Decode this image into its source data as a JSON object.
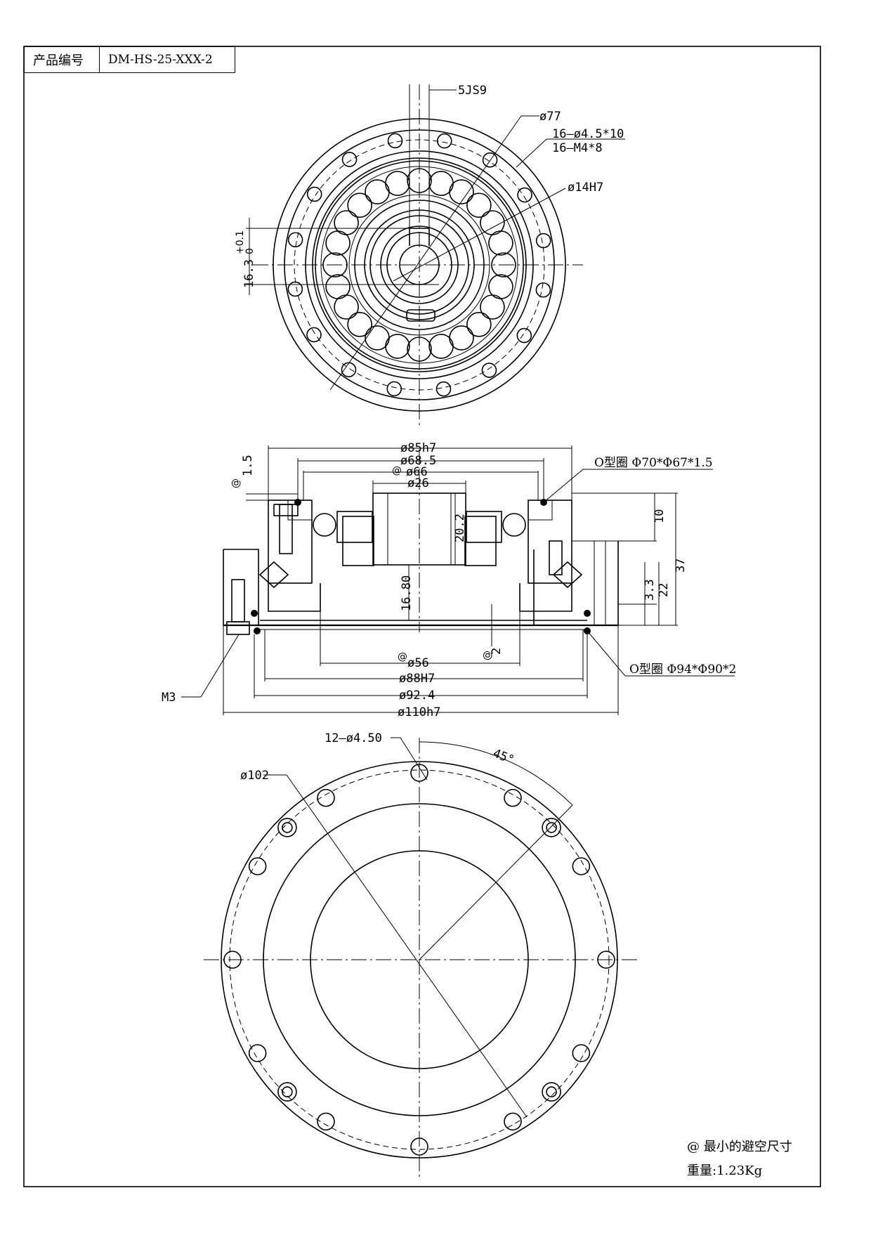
{
  "title_block": {
    "label": "产品编号",
    "product_code": "DM-HS-25-XXX-2"
  },
  "top_view": {
    "keyway": "5JS9",
    "dia_77": "ø77",
    "holes_a": "16—ø4.5*10",
    "holes_b": "16—M4*8",
    "bore": "ø14H7",
    "key_height": "16.3",
    "key_tol_upper": "+0.1",
    "key_tol_lower": "0"
  },
  "section_view": {
    "d_85": "ø85h7",
    "d_685": "ø68.5",
    "d_66": "ø66",
    "d_66_mark": "@",
    "d_26": "ø26",
    "gap_15": "1.5",
    "gap_15_mark": "@",
    "oring_top": "O型圈 Φ70*Φ67*1.5",
    "h_202": "20.2",
    "h_10": "10",
    "h_37": "37",
    "h_33": "3.3",
    "h_22": "22",
    "h_1680": "16.80",
    "d_56": "ø56",
    "d_56_mark": "@",
    "gap_2": "2",
    "gap_2_mark": "@",
    "d_88": "ø88H7",
    "d_924": "ø92.4",
    "d_110": "ø110h7",
    "oring_bottom": "O型圈 Φ94*Φ90*2",
    "screw": "M3"
  },
  "bottom_view": {
    "holes": "12—ø4.50",
    "pcd": "ø102",
    "angle": "45°"
  },
  "notes": {
    "min_clearance": "@ 最小的避空尺寸",
    "weight": "重量:1.23Kg"
  }
}
